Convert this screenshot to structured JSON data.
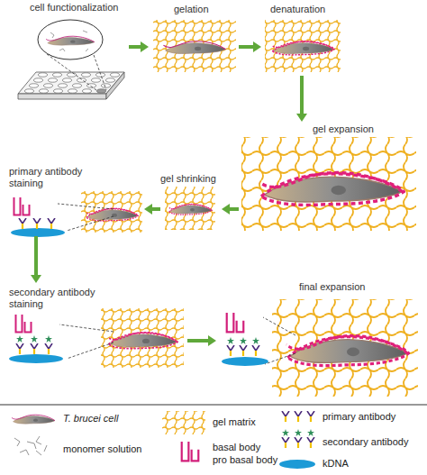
{
  "diagram": {
    "nodes": [
      {
        "text": [
          "cell functionalization"
        ]
      },
      {
        "text": [
          "gelation"
        ]
      },
      {
        "text": [
          "denaturation"
        ]
      },
      {
        "text": [
          "gel expansion"
        ]
      },
      {
        "text": [
          "gel shrinking"
        ]
      },
      {
        "text": [
          "primary antibody staining"
        ]
      },
      {
        "text": [
          "secondary antibody staining"
        ]
      },
      {
        "text": [
          "final expansion"
        ]
      }
    ],
    "edges": [
      {
        "from": 0,
        "to": 1,
        "arrow": "to"
      },
      {
        "from": 1,
        "to": 2,
        "arrow": "to"
      },
      {
        "from": 2,
        "to": 3,
        "arrow": "to"
      },
      {
        "from": 3,
        "to": 4,
        "arrow": "to"
      },
      {
        "from": 4,
        "to": 5,
        "arrow": "to"
      },
      {
        "from": 5,
        "to": 6,
        "arrow": "to"
      },
      {
        "from": 6,
        "to": 7,
        "arrow": "to"
      }
    ],
    "legend": [
      {
        "text": "T. brucei cell"
      },
      {
        "text": "monomer solution"
      },
      {
        "text": "gel matrix"
      },
      {
        "text": "basal body"
      },
      {
        "text": "pro basal body"
      },
      {
        "text": "primary antibody"
      },
      {
        "text": "secondary antibody"
      },
      {
        "text": "kDNA",
        "color": "#1c9ad6"
      }
    ]
  }
}
